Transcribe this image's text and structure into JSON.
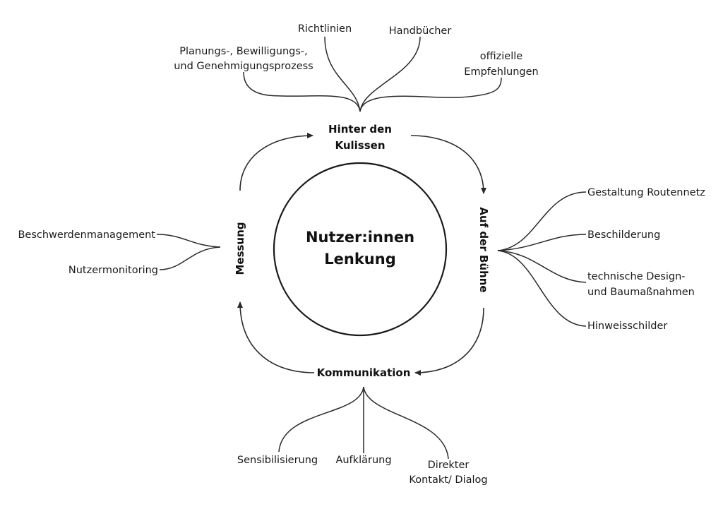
{
  "center": {
    "line1": "Nutzer:innen",
    "line2": "Lenkung"
  },
  "stages": {
    "top": {
      "line1": "Hinter den",
      "line2": "Kulissen"
    },
    "right": {
      "label": "Auf der Bühne"
    },
    "bottom": {
      "label": "Kommunikation"
    },
    "left": {
      "label": "Messung"
    }
  },
  "branches": {
    "top": [
      {
        "line1": "Planungs-, Bewilligungs-,",
        "line2": "und Genehmigungsprozess"
      },
      {
        "line1": "Richtlinien"
      },
      {
        "line1": "Handbücher"
      },
      {
        "line1": "offizielle",
        "line2": "Empfehlungen"
      }
    ],
    "right": [
      {
        "line1": "Gestaltung Routennetz"
      },
      {
        "line1": "Beschilderung"
      },
      {
        "line1": "technische Design-",
        "line2": "und Baumaßnahmen"
      },
      {
        "line1": "Hinweisschilder"
      }
    ],
    "bottom": [
      {
        "line1": "Sensibilisierung"
      },
      {
        "line1": "Aufklärung"
      },
      {
        "line1": "Direkter",
        "line2": "Kontakt/ Dialog"
      }
    ],
    "left": [
      {
        "line1": "Beschwerdenmanagement"
      },
      {
        "line1": "Nutzermonitoring"
      }
    ]
  }
}
